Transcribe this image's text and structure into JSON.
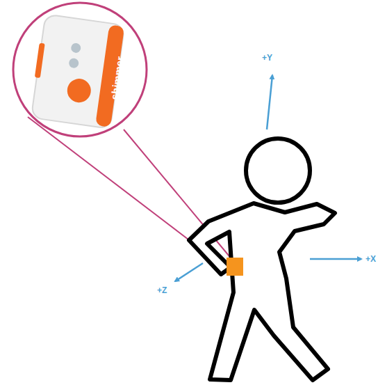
{
  "diagram": {
    "labels": [
      "+Y",
      "+X",
      "+Z",
      "shimmer"
    ]
  }
}
